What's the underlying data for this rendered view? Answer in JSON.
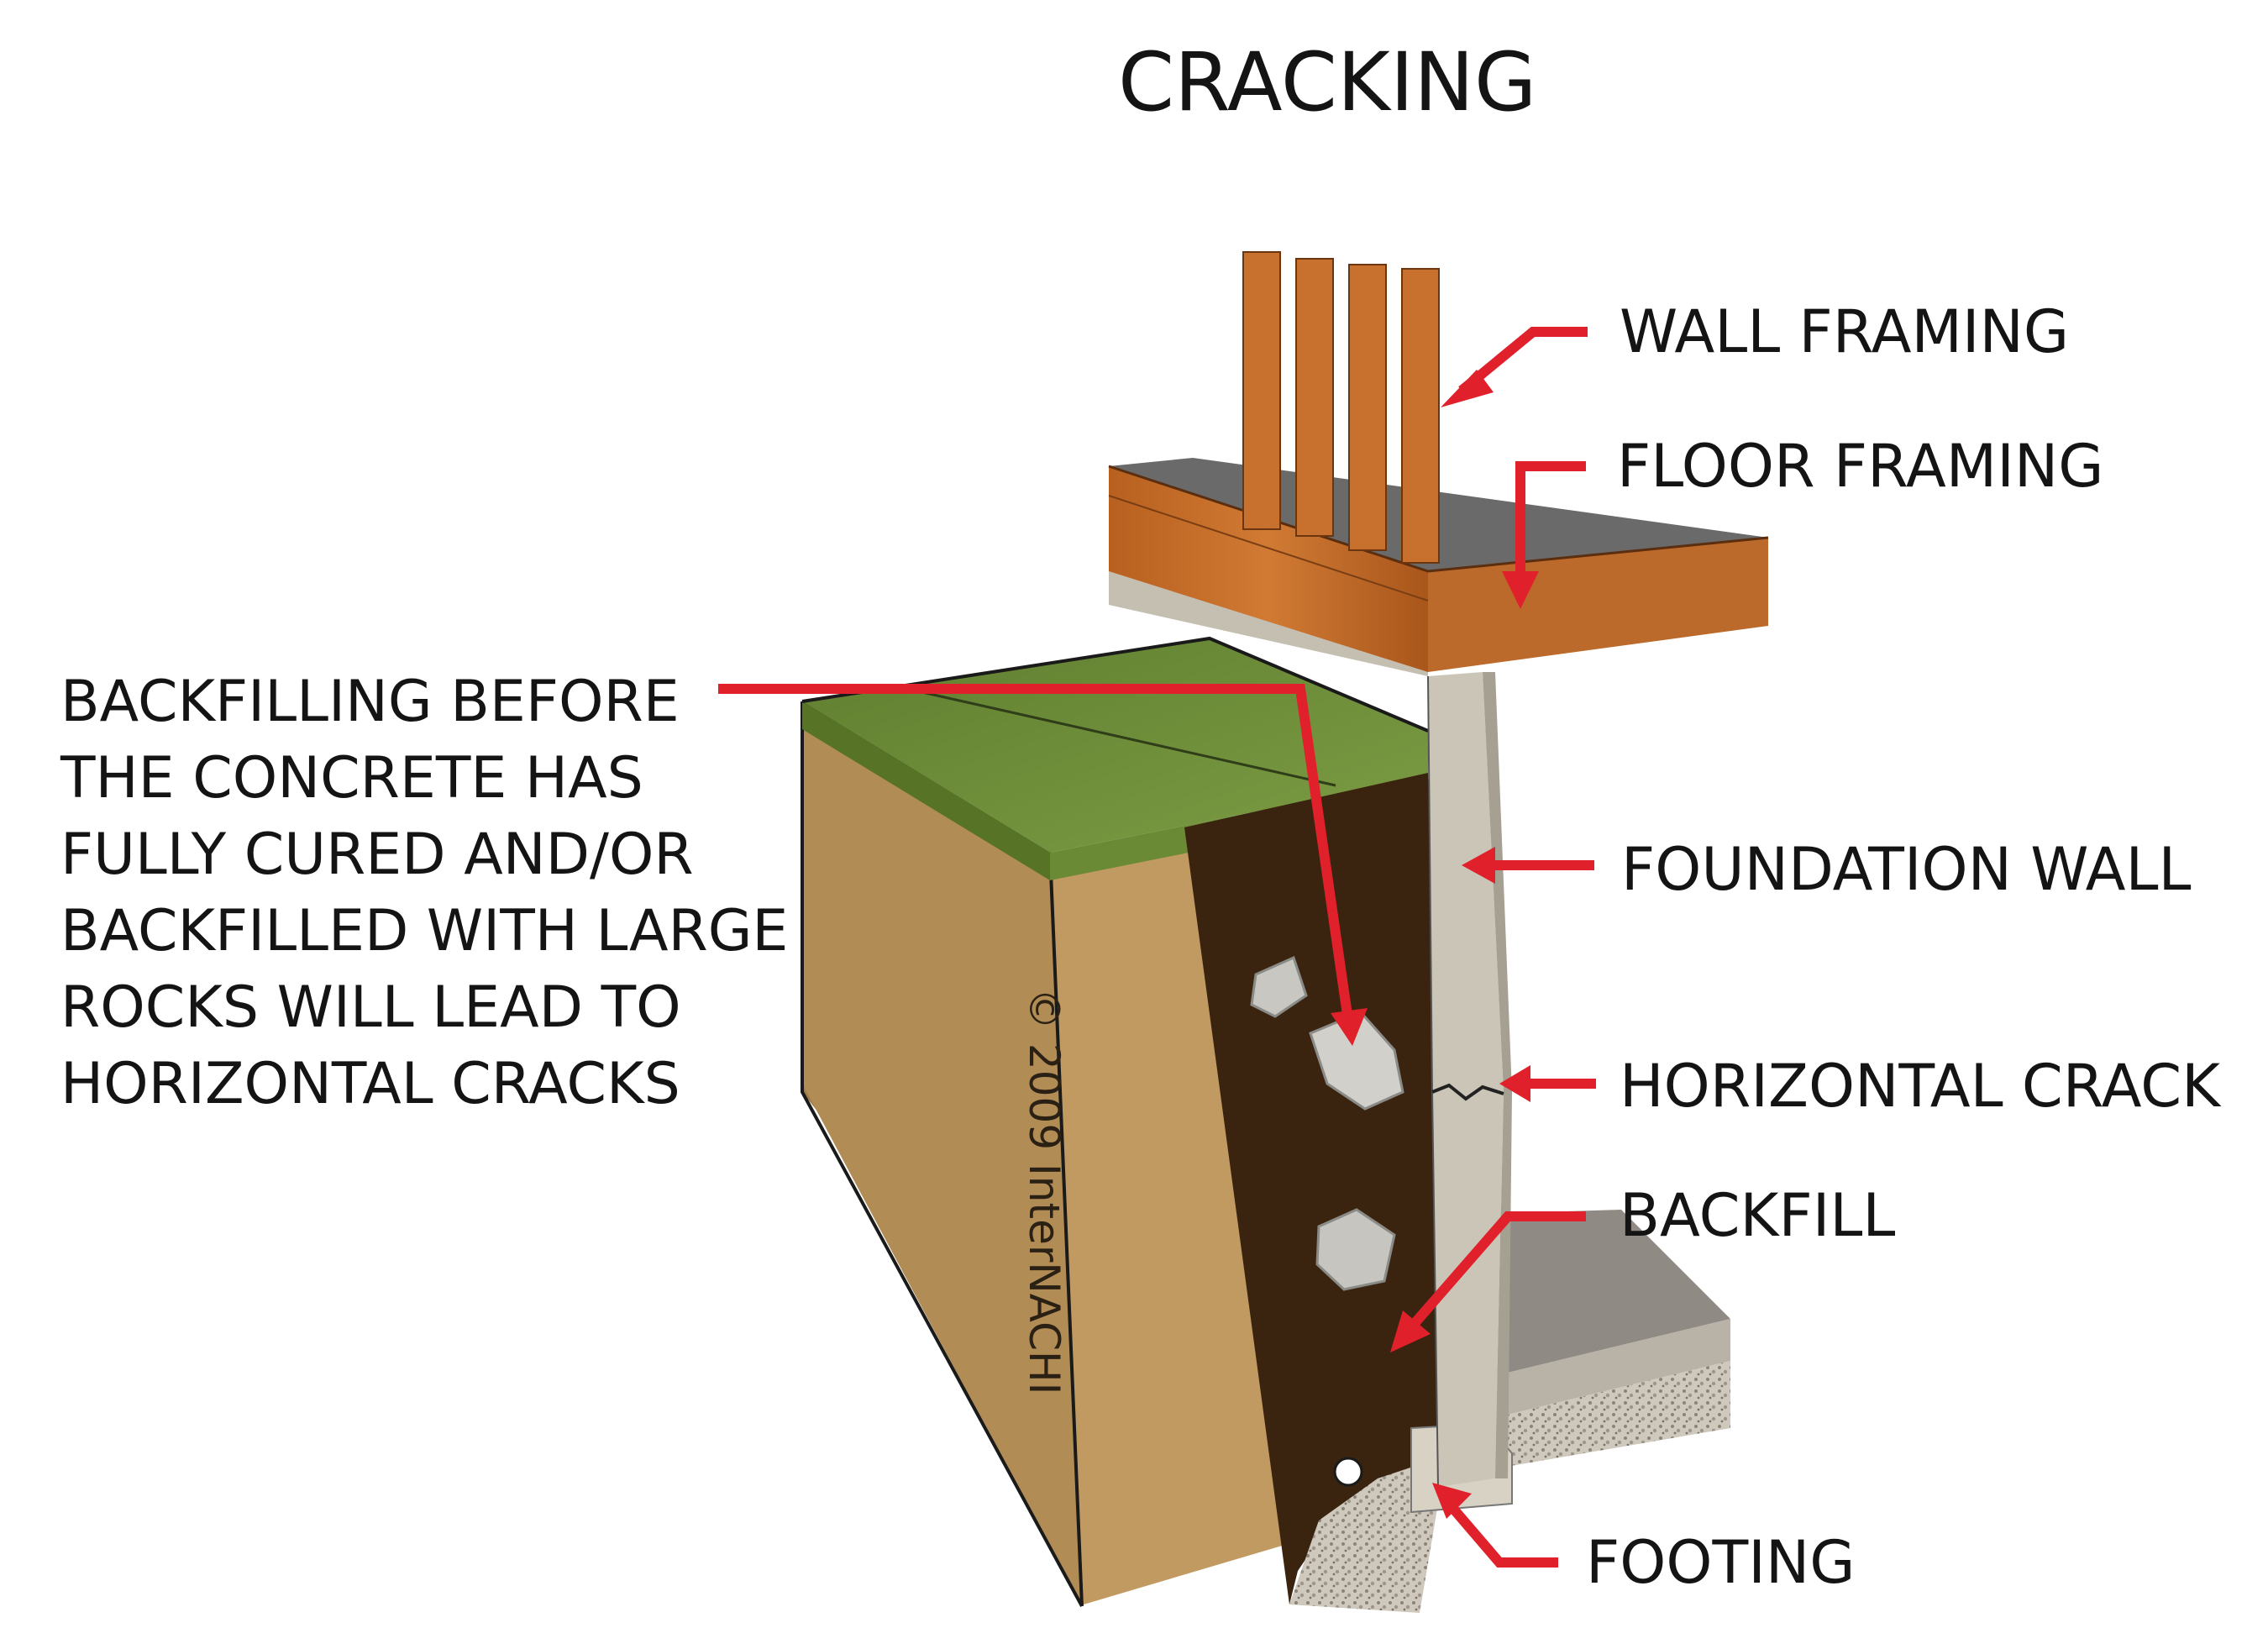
{
  "title": "CRACKING",
  "labels": {
    "wall_framing": "WALL FRAMING",
    "floor_framing": "FLOOR FRAMING",
    "foundation_wall": "FOUNDATION WALL",
    "horizontal_crack": "HORIZONTAL CRACK",
    "backfill": "BACKFILL",
    "footing": "FOOTING"
  },
  "note_lines": [
    "BACKFILLING BEFORE",
    "THE CONCRETE HAS",
    "FULLY CURED AND/OR",
    "BACKFILLED WITH LARGE",
    "ROCKS WILL LEAD TO",
    "HORIZONTAL CRACKS"
  ],
  "copyright": "© 2009 InterNACHI",
  "colors": {
    "arrow": "#e0202a",
    "soil": "#c19a62",
    "backfill": "#3a2410",
    "grass": "#6e8f3a",
    "concrete": "#c8c2b4",
    "wood": "#c06a2a"
  }
}
